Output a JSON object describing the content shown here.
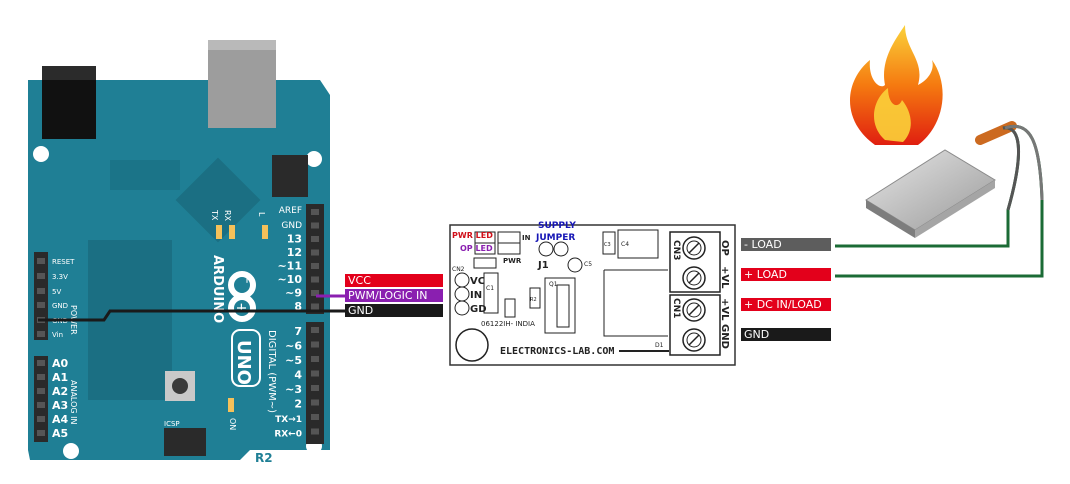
{
  "arduino": {
    "model": "UNO",
    "brand": "ARDUINO",
    "revision": "R2",
    "aref": "AREF",
    "gnd_top": "GND",
    "digital_pins": [
      "13",
      "12",
      "~11",
      "~10",
      "~9",
      "8",
      "7",
      "~6",
      "~5",
      "4",
      "~3",
      "2",
      "TX→1",
      "RX←0"
    ],
    "power_pins": [
      "RESET",
      "3.3V",
      "5V",
      "GND",
      "GND",
      "Vin"
    ],
    "power_label": "POWER",
    "analog_pins": [
      "A0",
      "A1",
      "A2",
      "A3",
      "A4",
      "A5"
    ],
    "analog_label": "ANALOG IN",
    "digital_label": "DIGITAL (PWM~)",
    "tx": "TX",
    "rx": "RX",
    "l_led": "L",
    "on_led": "ON",
    "icsp": "ICSP"
  },
  "wire_labels": {
    "vcc": "VCC",
    "pwm": "PWM/LOGIC IN",
    "gnd": "GND",
    "neg_load": "- LOAD",
    "pos_load": "+ LOAD",
    "dc_in": "+ DC IN/LOAD",
    "gnd_right": "GND"
  },
  "board": {
    "supply": "SUPPLY",
    "jumper": "JUMPER",
    "pwr_led": "PWR LED",
    "op_led": "OP LED",
    "in": "IN",
    "pwr": "PWR",
    "j1": "J1",
    "cn2": "CN2",
    "vc": "VC",
    "in_pin": "IN",
    "gd": "GD",
    "c1": "C1",
    "c3": "C3",
    "c4": "C4",
    "c5": "C5",
    "q1": "Q1",
    "r2": "R2",
    "d1": "D1",
    "cn3": "CN3",
    "cn1": "CN1",
    "op": "OP",
    "vl": "+VL",
    "vl2": "+VL",
    "gnd": "GND",
    "code": "06122IH- INDIA",
    "site": "ELECTRONICS-LAB.COM"
  },
  "colors": {
    "arduino": "#1f7f95",
    "vcc": "#e3001b",
    "pwm": "#8a1fb0",
    "gnd": "#1a1a1a",
    "neg_load": "#5d5d5d",
    "wire_green": "#1b6b35"
  }
}
